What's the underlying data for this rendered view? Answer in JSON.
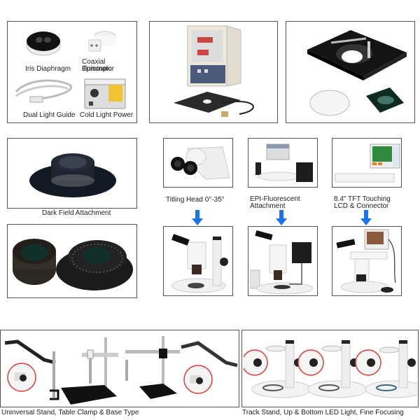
{
  "panels": {
    "accessories": {
      "items": [
        {
          "label": "Iris Diaphragm",
          "icon": "iris-diaphragm-icon"
        },
        {
          "label": "Coaxial Episcopic Illuminator",
          "line1": "Coaxial Episcopic",
          "line2": "Illuminator",
          "icon": "coaxial-illuminator-icon"
        },
        {
          "label": "Dual Light Guide",
          "icon": "light-guide-icon"
        },
        {
          "label": "Cold Light Power",
          "icon": "cold-light-power-icon"
        }
      ]
    },
    "temperature_controller": {
      "icon": "temperature-controller-icon"
    },
    "stage_plate": {
      "icon": "stage-plate-icon"
    },
    "dark_field": {
      "caption": "Dark Field Attachment"
    },
    "upgrades": [
      {
        "caption": "Titling Head 0°-35°",
        "line1": "Titling Head 0°-35°",
        "line2": ""
      },
      {
        "caption": "EPI-Fluorescent Attachment",
        "line1": "EPI-Fluorescent",
        "line2": "Attachment"
      },
      {
        "caption": "8.4\" TFT Touching LCD & Connector",
        "line1": "8.4\" TFT Touching",
        "line2": "LCD & Connector"
      }
    ],
    "stands": {
      "caption": "Uninversal Stand, Table Clamp & Base Type"
    },
    "track_stands": {
      "caption": "Track Stand, Up & Bottom LED Light, Fine Focusing"
    }
  },
  "colors": {
    "arrow": "#1a73e8",
    "highlight_circle": "#e53935",
    "border": "#555555"
  }
}
